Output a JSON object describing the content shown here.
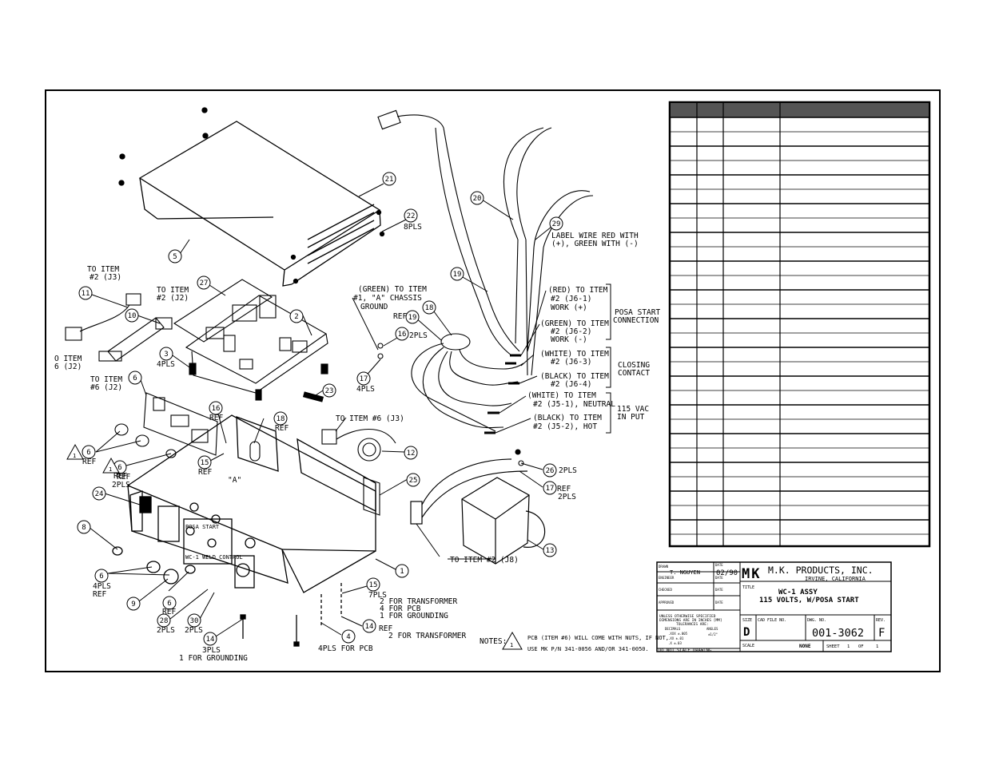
{
  "callouts": [
    {
      "id": "c21",
      "n": "21"
    },
    {
      "id": "c22",
      "n": "22"
    },
    {
      "id": "c5",
      "n": "5"
    },
    {
      "id": "c27",
      "n": "27"
    },
    {
      "id": "c2",
      "n": "2"
    },
    {
      "id": "c11",
      "n": "11"
    },
    {
      "id": "c10",
      "n": "10"
    },
    {
      "id": "c3",
      "n": "3"
    },
    {
      "id": "c6a",
      "n": "6"
    },
    {
      "id": "c23",
      "n": "23"
    },
    {
      "id": "c16a",
      "n": "16"
    },
    {
      "id": "c18a",
      "n": "18"
    },
    {
      "id": "c6b",
      "n": "6"
    },
    {
      "id": "c6c",
      "n": "6"
    },
    {
      "id": "c15a",
      "n": "15"
    },
    {
      "id": "c24",
      "n": "24"
    },
    {
      "id": "c8",
      "n": "8"
    },
    {
      "id": "c6d",
      "n": "6"
    },
    {
      "id": "c9",
      "n": "9"
    },
    {
      "id": "c6e",
      "n": "6"
    },
    {
      "id": "c28",
      "n": "28"
    },
    {
      "id": "c30",
      "n": "30"
    },
    {
      "id": "c14a",
      "n": "14"
    },
    {
      "id": "c1",
      "n": "1"
    },
    {
      "id": "c12",
      "n": "12"
    },
    {
      "id": "c25",
      "n": "25"
    },
    {
      "id": "c15b",
      "n": "15"
    },
    {
      "id": "c4",
      "n": "4"
    },
    {
      "id": "c14b",
      "n": "14"
    },
    {
      "id": "c13",
      "n": "13"
    },
    {
      "id": "c26",
      "n": "26"
    },
    {
      "id": "c17a",
      "n": "17"
    },
    {
      "id": "c20",
      "n": "20"
    },
    {
      "id": "c29",
      "n": "29"
    },
    {
      "id": "c19a",
      "n": "19"
    },
    {
      "id": "c18b",
      "n": "18"
    },
    {
      "id": "c19b",
      "n": "19"
    },
    {
      "id": "c16b",
      "n": "16"
    },
    {
      "id": "c17b",
      "n": "17"
    }
  ],
  "labels": {
    "pls8": "8PLS",
    "to_item2_j3_a": "TO ITEM",
    "to_item2_j3_b": "#2 (J3)",
    "to_item2_j2_a": "TO ITEM",
    "to_item2_j2_b": "#2 (J2)",
    "o_item6_j2_a": "O ITEM",
    "o_item6_j2_b": "6 (J2)",
    "to_item6_j2_a": "TO ITEM",
    "to_item6_j2_b": "#6 (J2)",
    "pls4_a": "4PLS",
    "ref_16a": "REF",
    "ref_18a": "REF",
    "to_item6_j3": "TO ITEM #6 (J3)",
    "ref_6b": "REF",
    "ref_6c": "REF",
    "ref_15a": "REF",
    "quote_a": "\"A\"",
    "ref_24": "REF",
    "pls2_24": "2PLS",
    "pls4_6d": "4PLS",
    "ref_6d": "REF",
    "ref_6e": "REF",
    "pls2_28": "2PLS",
    "pls2_30": "2PLS",
    "pls3": "3PLS",
    "for_grounding_14a": "1 FOR GROUNDING",
    "pls7": "7PLS",
    "for_transformer": "2 FOR TRANSFORMER",
    "for_pcb": "4 FOR PCB",
    "for_grounding_15b": "1 FOR GROUNDING",
    "ref_14b": "REF",
    "for_transformer_14b": "2 FOR TRANSFORMER",
    "pls4_pcb": "4PLS FOR PCB",
    "to_item2_j8": "TO ITEM #2 (J8)",
    "pls2_26": "2PLS",
    "ref_17a": "REF",
    "pls2_17a": "2PLS",
    "label_wire_a": "LABEL WIRE RED WITH",
    "label_wire_b": "(+), GREEN WITH (-)",
    "green_a": "(GREEN) TO ITEM",
    "green_b": "#1, \"A\" CHASSIS",
    "green_c": "GROUND",
    "ref_19b": "REF",
    "pls2_16b": "2PLS",
    "pls4_17b": "4PLS",
    "red_a": "(RED) TO ITEM",
    "red_b": "#2 (J6-1)",
    "red_c": "WORK (+)",
    "green2_a": "(GREEN) TO ITEM",
    "green2_b": "#2 (J6-2)",
    "green2_c": "WORK (-)",
    "posa_a": "POSA START",
    "posa_b": "CONNECTION",
    "white_a": "(WHITE) TO ITEM",
    "white_b": "#2 (J6-3)",
    "black_a": "(BLACK) TO ITEM",
    "black_b": "#2 (J6-4)",
    "closing_a": "CLOSING",
    "closing_b": "CONTACT",
    "white2_a": "(WHITE) TO ITEM",
    "white2_b": "#2 (J5-1), NEUTRAL",
    "black2_a": "(BLACK) TO ITEM",
    "black2_b": "#2 (J5-2), HOT",
    "vac_a": "115 VAC",
    "vac_b": "IN PUT",
    "notes": "NOTES:",
    "note_num": "1",
    "note_line1": "PCB (ITEM #6) WILL COME WITH NUTS, IF NOT,",
    "note_line2": "USE MK P/N 341-0056 AND/OR 341-0050.",
    "panel_text_a": "POSA START",
    "panel_text_b": "WC-1 WELD CONTROL"
  },
  "title_block": {
    "drawn_label": "DRAWN",
    "drawn_by": "T. NGUYEN",
    "date_label": "DATE",
    "date": "02/90",
    "engineer_label": "ENGINEER",
    "checked_label": "CHECKED",
    "approved_label": "APPROVED",
    "logo": "MK",
    "company": "M.K. PRODUCTS, INC.",
    "city": "IRVINE, CALIFORNIA",
    "title_label": "TITLE",
    "title_line1": "WC-1  ASSY",
    "title_line2": "115 VOLTS, W/POSA START",
    "tol1": "UNLESS OTHERWISE SPECIFIED",
    "tol2": "DIMENSIONS ARE IN INCHES [MM]",
    "tol3": "TOLERANCES ARE:",
    "decimals": "DECIMALS",
    "angles": "ANGLES",
    "xxx": ".XXX ±.005",
    "xx": ".XX  ±.01",
    "x": ".X   ±.03",
    "ang": "±1/2°",
    "do_not_scale": "DO NOT SCALE DRAWING",
    "size_label": "SIZE",
    "size": "D",
    "cad_label": "CAD FILE NO.",
    "dwg_label": "DWG. NO.",
    "dwg_no": "001-3062",
    "rev_label": "REV.",
    "rev": "F",
    "scale_label": "SCALE",
    "scale": "NONE",
    "sheet_label": "SHEET",
    "sheet": "1",
    "of_label": "OF",
    "of": "1"
  },
  "colors": {
    "ink": "#000000",
    "paper": "#ffffff",
    "table_header": "#555555"
  }
}
